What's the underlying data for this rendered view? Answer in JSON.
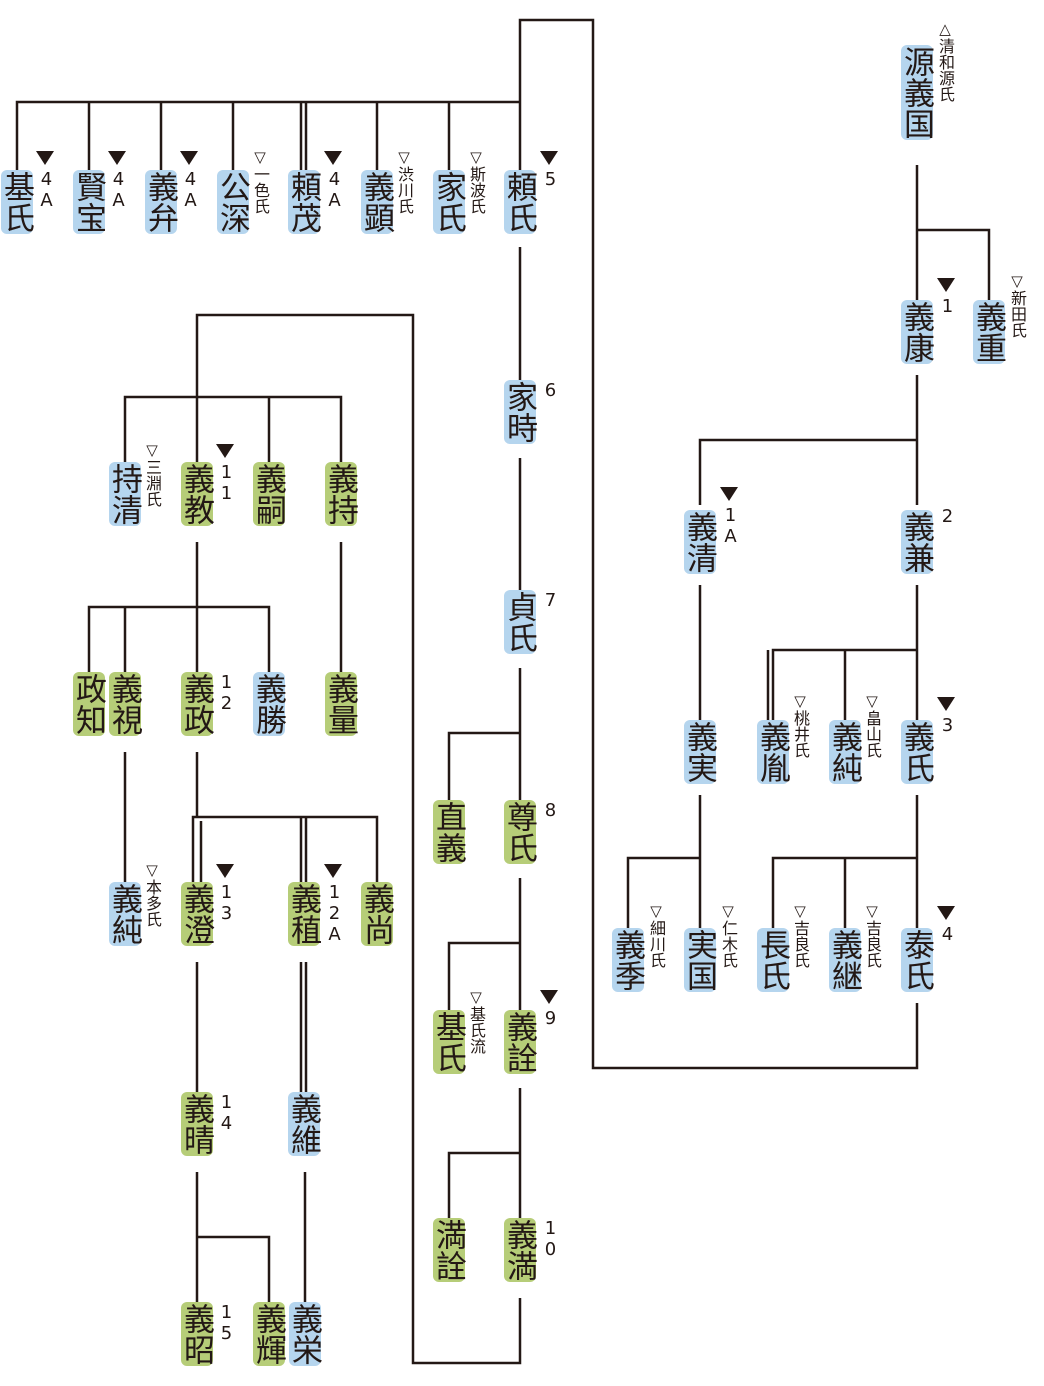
{
  "nodes": {
    "minamoto_yoshikuni": "源義国",
    "yoshishige": "義重",
    "yoshiyasu": "義康",
    "yoshikiyo": "義清",
    "yoshikane": "義兼",
    "yoshizane": "義実",
    "yoshisuke_momoi": "義胤",
    "yoshizumi_hatakeyama": "義純",
    "yoshiuji": "義氏",
    "yoshisue": "義季",
    "sanekuni": "実国",
    "osauji": "長氏",
    "yoshitsugu": "義継",
    "yasuuji": "泰氏",
    "motouji_top": "基氏",
    "kenpo": "賢宝",
    "gishu": "義弁",
    "kimifuka": "公深",
    "yorishige": "頼茂",
    "yoshiaki_shibukawa": "義顕",
    "ieuji": "家氏",
    "yoriuji": "頼氏",
    "ietoki": "家時",
    "sadauji": "貞氏",
    "tadayoshi": "直義",
    "takauji": "尊氏",
    "motouji": "基氏",
    "yoshiakira": "義詮",
    "mitsuakira": "満詮",
    "yoshimitsu": "義満",
    "mochikiyo": "持清",
    "yoshinori": "義教",
    "yoshitsugu2": "義嗣",
    "yoshimochi": "義持",
    "masatomo": "政知",
    "yoshimi": "義視",
    "yoshimasa": "義政",
    "yoshikatsu": "義勝",
    "yoshikazu": "義量",
    "yoshizumi_honda": "義純",
    "yoshizumi": "義澄",
    "yoshitane": "義稙",
    "yoshihisa": "義尚",
    "yoshiharu": "義晴",
    "yoshitsuna": "義維",
    "yoshiaki": "義昭",
    "yoshiteru": "義輝",
    "yoshihide": "義栄"
  },
  "notes": {
    "yoshikuni_clan": "清和源氏",
    "nitta": "新田氏",
    "momoi": "桃井氏",
    "hatakeyama": "畠山氏",
    "hosokawa": "細川氏",
    "nikki": "仁木氏",
    "kira1": "吉良氏",
    "kira2": "吉良氏",
    "isshiki": "一色氏",
    "shibukawa": "渋川氏",
    "shiba": "斯波氏",
    "motouji_line": "基氏流",
    "mibuchi": "三淵氏",
    "honda": "本多氏"
  },
  "generations": {
    "yoshiyasu": "1",
    "yoshikiyo": "1A",
    "yoshikane": "2",
    "yoshiuji": "3",
    "yasuuji": "4",
    "motouji_top": "4A",
    "kenpo": "4A",
    "gishu": "4A",
    "yorishige": "4A",
    "yoriuji": "5",
    "ietoki": "6",
    "sadauji": "7",
    "takauji": "8",
    "yoshiakira": "9",
    "yoshimitsu": "10",
    "yoshinori": "11",
    "yoshimasa": "12",
    "yoshizumi": "13",
    "yoshitane": "12A",
    "yoshiharu": "14",
    "yoshiaki": "15"
  },
  "symbols": {
    "open_up": "△",
    "open_down": "▽"
  },
  "colors": {
    "blue": "#b5d5ee",
    "green": "#b6cd78",
    "line": "#231815"
  }
}
